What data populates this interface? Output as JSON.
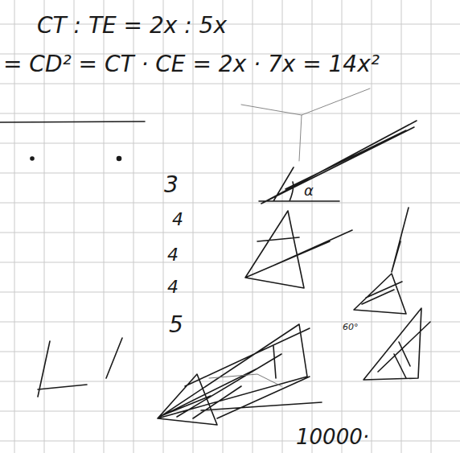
{
  "diagram": {
    "labels": [
      "CT : TE = 2x : 5x",
      "= CD² = CT · CE = 2x · 7x = 14x²",
      "3",
      "4",
      "4",
      "4",
      "5",
      "α",
      "60°",
      "10000·"
    ]
  }
}
